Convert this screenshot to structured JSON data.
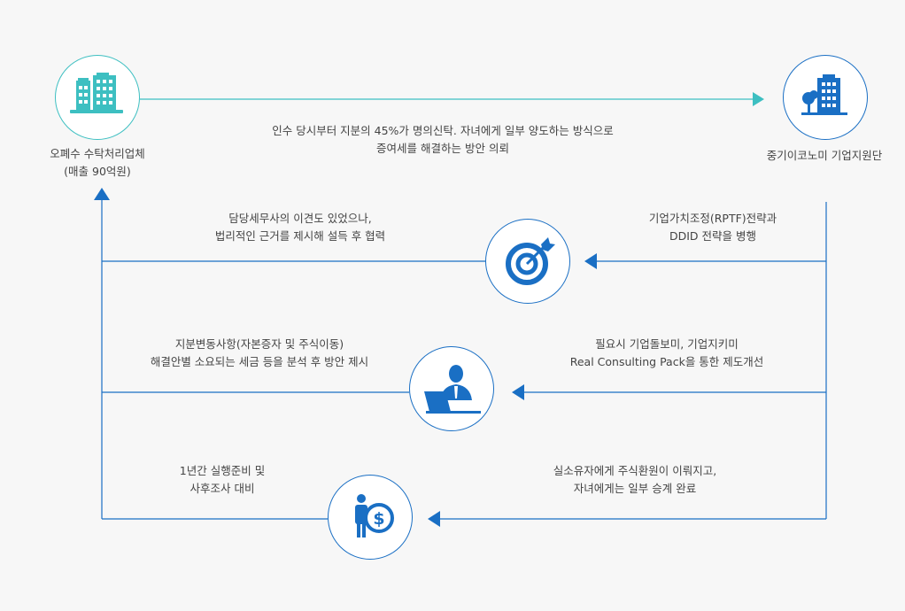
{
  "colors": {
    "teal": "#3dbfc1",
    "blue": "#1a6fc4",
    "text": "#444444",
    "background": "#f7f7f7"
  },
  "nodes": {
    "company": {
      "icon": "buildings-icon",
      "line1": "오폐수 수탁처리업체",
      "line2": "(매출 90억원)"
    },
    "foundation": {
      "icon": "office-building-icon",
      "label": "중기이코노미 기업지원단"
    }
  },
  "top_note": {
    "line1": "인수 당시부터 지분의 45%가 명의신탁. 자녀에게 일부 양도하는 방식으로",
    "line2": "증여세를 해결하는 방안 의뢰"
  },
  "steps": [
    {
      "icon": "target-icon",
      "right_line1": "기업가치조정(RPTF)전략과",
      "right_line2": "DDID 전략을 병행",
      "left_line1": "담당세무사의 이견도 있었으나,",
      "left_line2": "법리적인 근거를 제시해 설득 후 협력"
    },
    {
      "icon": "consultant-icon",
      "right_line1": "필요시 기업돌보미, 기업지키미",
      "right_line2": "Real Consulting Pack을 통한 제도개선",
      "left_line1": "지분변동사항(자본증자 및 주식이동)",
      "left_line2": "해결안별 소요되는 세금 등을 분석 후 방안 제시"
    },
    {
      "icon": "money-person-icon",
      "right_line1": "실소유자에게 주식환원이 이뤄지고,",
      "right_line2": "자녀에게는 일부 승계 완료",
      "left_line1": "1년간 실행준비 및",
      "left_line2": "사후조사 대비"
    }
  ]
}
